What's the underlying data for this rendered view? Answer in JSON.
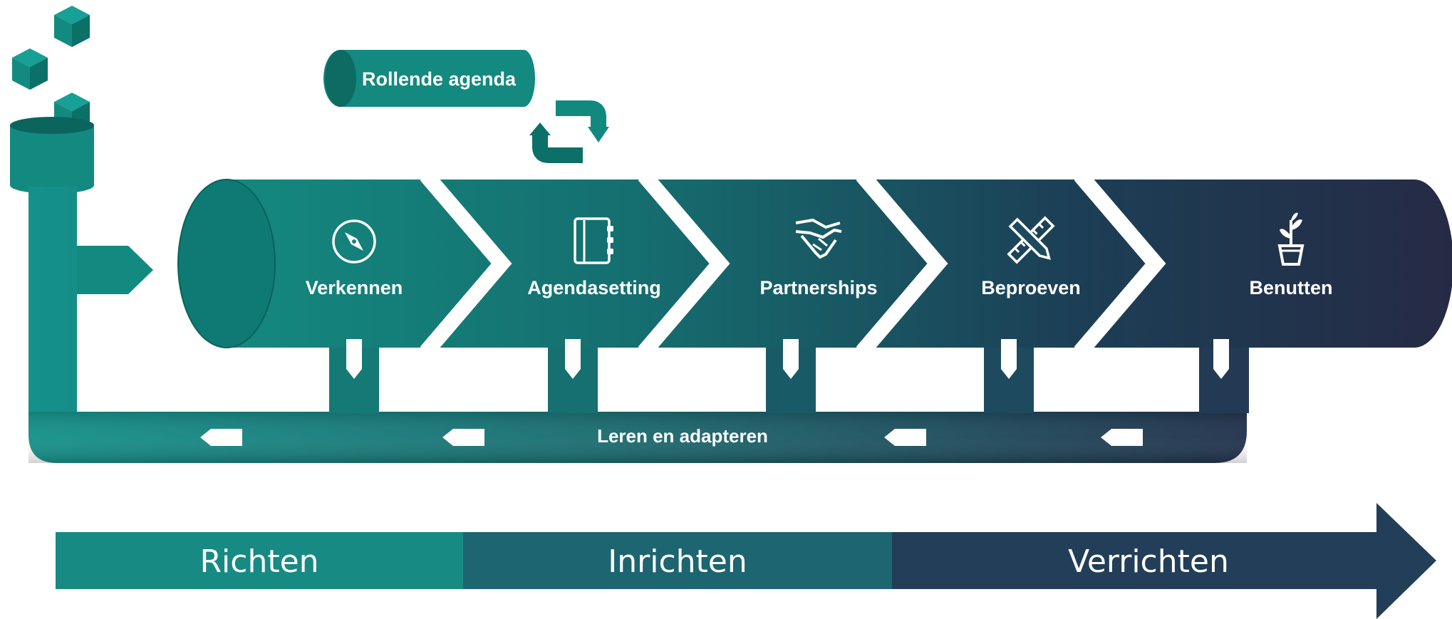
{
  "diagram": {
    "rolling_agenda_label": "Rollende agenda",
    "loop_label": "Leren en adapteren",
    "stages": [
      {
        "label": "Verkennen",
        "icon": "compass-icon"
      },
      {
        "label": "Agendasetting",
        "icon": "notebook-icon"
      },
      {
        "label": "Partnerships",
        "icon": "handshake-icon"
      },
      {
        "label": "Beproeven",
        "icon": "pencil-ruler-icon"
      },
      {
        "label": "Benutten",
        "icon": "plant-icon"
      }
    ],
    "phases": [
      {
        "label": "Richten",
        "color": "#178a84"
      },
      {
        "label": "Inrichten",
        "color": "#1d6571"
      },
      {
        "label": "Verrichten",
        "color": "#223e58"
      }
    ],
    "colors": {
      "teal": "#13897f",
      "teal_dark": "#0c6f68",
      "navy": "#262a45"
    }
  }
}
